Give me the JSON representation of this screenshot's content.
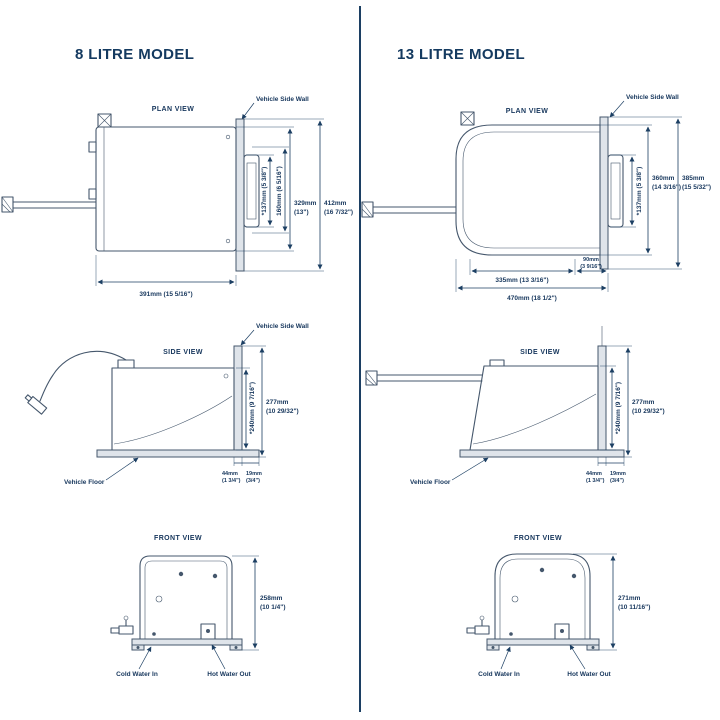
{
  "left": {
    "title": "8 LITRE MODEL",
    "plan": {
      "view_label": "PLAN VIEW",
      "wall_label": "Vehicle Side Wall",
      "dim_cowl_width": "*137mm (5 3/8\")",
      "dim_cowl_outer": "160mm (6 5/16\")",
      "dim_body_mm": "329mm",
      "dim_body_in": "(13\")",
      "dim_overall_mm": "412mm",
      "dim_overall_in": "(16 7/32\")",
      "dim_length": "391mm (15 5/16\")"
    },
    "side": {
      "view_label": "SIDE VIEW",
      "wall_label": "Vehicle Side Wall",
      "floor_label": "Vehicle Floor",
      "dim_height_inner": "*240mm (9 7/16\")",
      "dim_height_mm": "277mm",
      "dim_height_in": "(10 29/32\")",
      "dim_gap1_mm": "44mm",
      "dim_gap1_in": "(1 3/4\")",
      "dim_gap2_mm": "19mm",
      "dim_gap2_in": "(3/4\")"
    },
    "front": {
      "view_label": "FRONT VIEW",
      "dim_height_mm": "258mm",
      "dim_height_in": "(10 1/4\")",
      "cold_label": "Cold Water In",
      "hot_label": "Hot Water Out"
    }
  },
  "right": {
    "title": "13 LITRE MODEL",
    "plan": {
      "view_label": "PLAN VIEW",
      "wall_label": "Vehicle Side Wall",
      "dim_cowl_width": "*137mm (5 3/8\")",
      "dim_body_mm": "360mm",
      "dim_body_in": "(14 3/16\")",
      "dim_overall_mm": "385mm",
      "dim_overall_in": "(15 5/32\")",
      "dim_length1": "335mm (13 3/16\")",
      "dim_gap_mm": "90mm",
      "dim_gap_in": "(3 9/16\")",
      "dim_length2": "470mm (18 1/2\")"
    },
    "side": {
      "view_label": "SIDE VIEW",
      "floor_label": "Vehicle Floor",
      "dim_height_inner": "*240mm (9 7/16\")",
      "dim_height_mm": "277mm",
      "dim_height_in": "(10 29/32\")",
      "dim_gap1_mm": "44mm",
      "dim_gap1_in": "(1 3/4\")",
      "dim_gap2_mm": "19mm",
      "dim_gap2_in": "(3/4\")"
    },
    "front": {
      "view_label": "FRONT VIEW",
      "dim_height_mm": "271mm",
      "dim_height_in": "(10 11/16\")",
      "cold_label": "Cold Water In",
      "hot_label": "Hot Water Out"
    }
  }
}
